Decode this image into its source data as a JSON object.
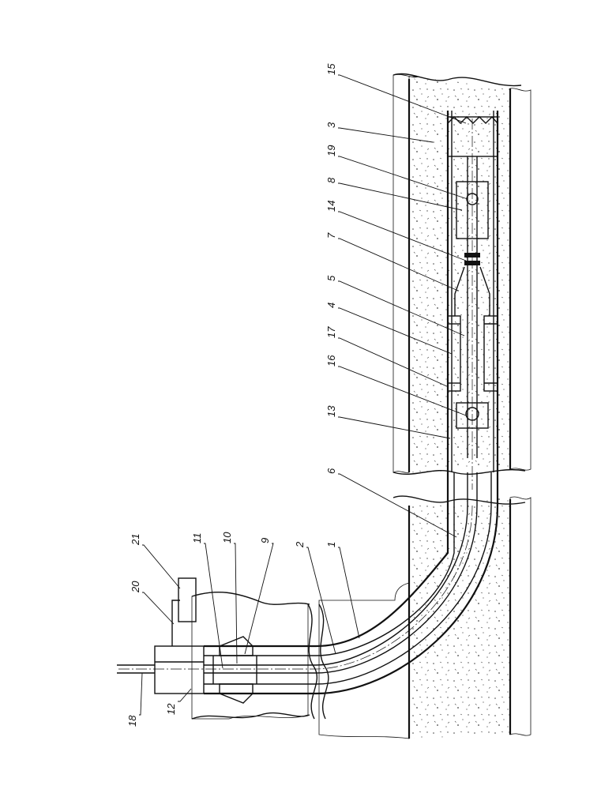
{
  "diagram": {
    "callouts": [
      {
        "id": "c15",
        "text": "15"
      },
      {
        "id": "c3",
        "text": "3"
      },
      {
        "id": "c19",
        "text": "19"
      },
      {
        "id": "c8",
        "text": "8"
      },
      {
        "id": "c14",
        "text": "14"
      },
      {
        "id": "c7",
        "text": "7"
      },
      {
        "id": "c5",
        "text": "5"
      },
      {
        "id": "c4",
        "text": "4"
      },
      {
        "id": "c17",
        "text": "17"
      },
      {
        "id": "c16",
        "text": "16"
      },
      {
        "id": "c13",
        "text": "13"
      },
      {
        "id": "c6",
        "text": "6"
      },
      {
        "id": "c1",
        "text": "1"
      },
      {
        "id": "c2",
        "text": "2"
      },
      {
        "id": "c9",
        "text": "9"
      },
      {
        "id": "c10",
        "text": "10"
      },
      {
        "id": "c11",
        "text": "11"
      },
      {
        "id": "c21",
        "text": "21"
      },
      {
        "id": "c20",
        "text": "20"
      },
      {
        "id": "c12",
        "text": "12"
      },
      {
        "id": "c18",
        "text": "18"
      }
    ]
  }
}
